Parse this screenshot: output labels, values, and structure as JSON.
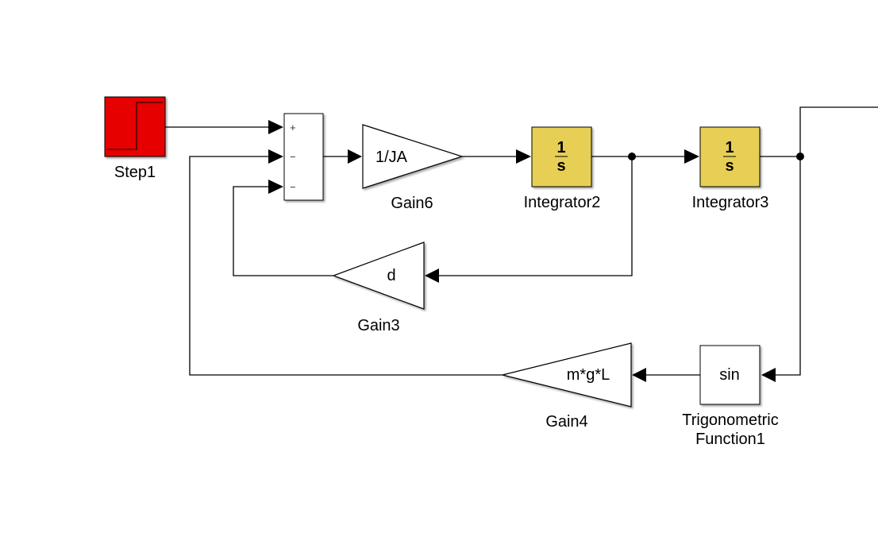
{
  "diagram": {
    "type": "simulink-block-diagram",
    "blocks": {
      "step": {
        "label": "Step1",
        "fill": "#e60000"
      },
      "sum": {
        "signs": [
          "+",
          "−",
          "−"
        ]
      },
      "gain6": {
        "value": "1/JA",
        "label": "Gain6"
      },
      "integrator2": {
        "num": "1",
        "den": "s",
        "label": "Integrator2",
        "fill": "#e7cf55"
      },
      "integrator3": {
        "num": "1",
        "den": "s",
        "label": "Integrator3",
        "fill": "#e7cf55"
      },
      "gain3": {
        "value": "d",
        "label": "Gain3"
      },
      "trig": {
        "value": "sin",
        "label_line1": "Trigonometric",
        "label_line2": "Function1"
      },
      "gain4": {
        "value": "m*g*L",
        "label": "Gain4"
      }
    }
  }
}
